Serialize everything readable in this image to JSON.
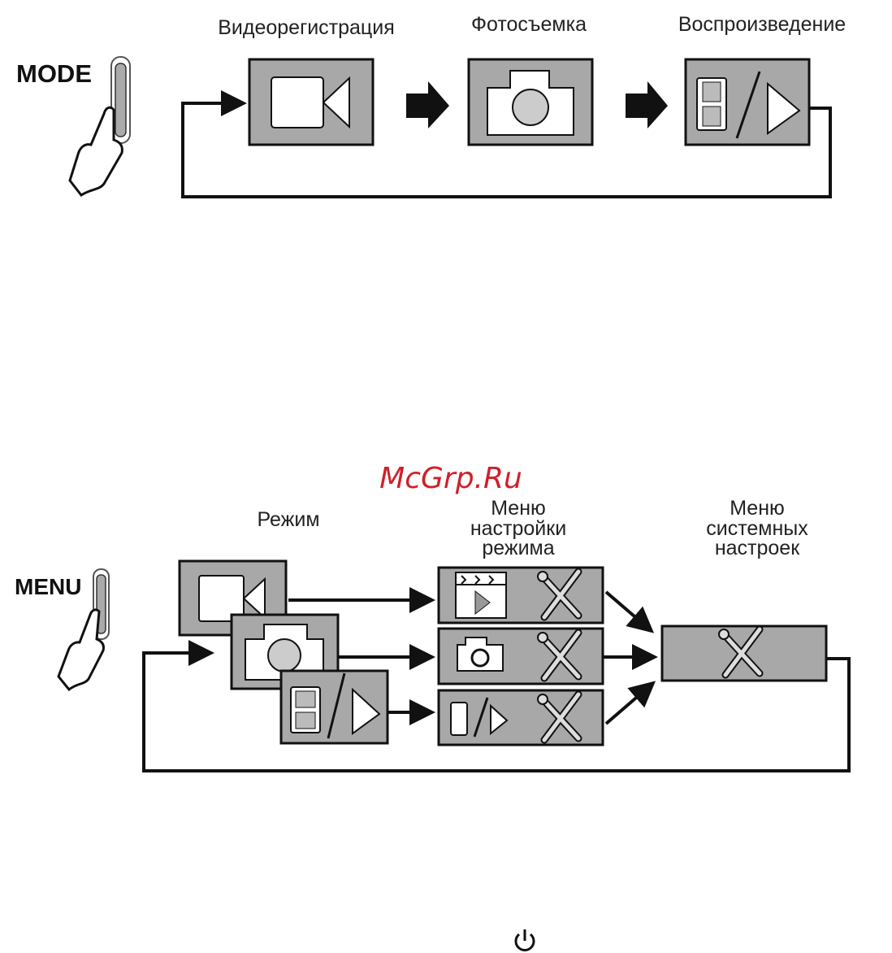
{
  "mode_diagram": {
    "button_label": "MODE",
    "steps": [
      {
        "label": "Видеорегистрация",
        "icon": "video-camera-icon"
      },
      {
        "label": "Фотосъемка",
        "icon": "camera-icon"
      },
      {
        "label": "Воспроизведение",
        "icon": "playback-icon"
      }
    ]
  },
  "watermark": "McGrp.Ru",
  "menu_diagram": {
    "button_label": "MENU",
    "column_mode": "Режим",
    "column_mode_menu": [
      "Меню",
      "настройки",
      "режима"
    ],
    "column_system_menu": [
      "Меню",
      "системных",
      "настроек"
    ]
  },
  "footer": {
    "icon": "power-icon"
  },
  "colors": {
    "box": "#a8a8a8",
    "watermark": "#d0202a"
  }
}
